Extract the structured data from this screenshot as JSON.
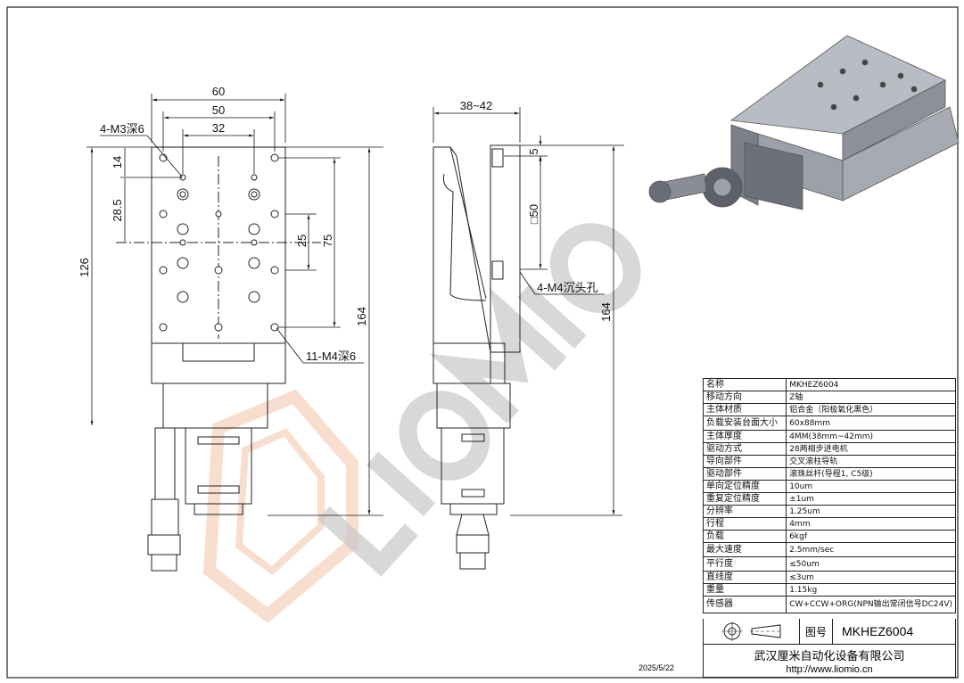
{
  "drawing": {
    "front_view": {
      "dims": {
        "width_60": "60",
        "width_50": "50",
        "width_32": "32",
        "h_14": "14",
        "h_28_5": "28.5",
        "h_25": "25",
        "h_75": "75",
        "h_126": "126",
        "h_164": "164"
      },
      "callouts": {
        "m3": "4-M3深6",
        "m4": "11-M4深6"
      }
    },
    "side_view": {
      "dims": {
        "thickness": "38~42",
        "d_5": "5",
        "d_50": "□50",
        "h_164": "164"
      },
      "callouts": {
        "m4_cb": "4-M4沉头孔"
      }
    },
    "watermark": "LIOMIO",
    "date": "2025/5/22"
  },
  "spec_table": [
    {
      "k": "名称",
      "v": "MKHEZ6004"
    },
    {
      "k": "移动方向",
      "v": "Z轴"
    },
    {
      "k": "主体材质",
      "v": "铝合金（阳极氧化黑色）"
    },
    {
      "k": "负载安装台面大小",
      "v": "60x88mm"
    },
    {
      "k": "主体厚度",
      "v": "4MM(38mm~42mm)"
    },
    {
      "k": "驱动方式",
      "v": "28两相步进电机"
    },
    {
      "k": "导向部件",
      "v": "交叉滚柱导轨"
    },
    {
      "k": "驱动部件",
      "v": "滚珠丝杆(导程1, C5级)"
    },
    {
      "k": "单向定位精度",
      "v": "10um"
    },
    {
      "k": "重复定位精度",
      "v": "±1um"
    },
    {
      "k": "分辨率",
      "v": "1.25um"
    },
    {
      "k": "行程",
      "v": "4mm"
    },
    {
      "k": "负载",
      "v": "6kgf"
    },
    {
      "k": "最大速度",
      "v": "2.5mm/sec"
    },
    {
      "k": "平行度",
      "v": "≤50um"
    },
    {
      "k": "直线度",
      "v": "≤3um"
    },
    {
      "k": "重量",
      "v": "1.15kg"
    },
    {
      "k": "传感器",
      "v": "CW+CCW+ORG(NPN输出常闭信号DC24V)"
    }
  ],
  "title_block": {
    "drawing_no_label": "图号",
    "drawing_no": "MKHEZ6004",
    "company": "武汉厘米自动化设备有限公司",
    "url": "http://www.liomio.cn"
  },
  "colors": {
    "line": "#222222",
    "watermark": "#c8c8c8",
    "logo": "#f2c4a8"
  }
}
